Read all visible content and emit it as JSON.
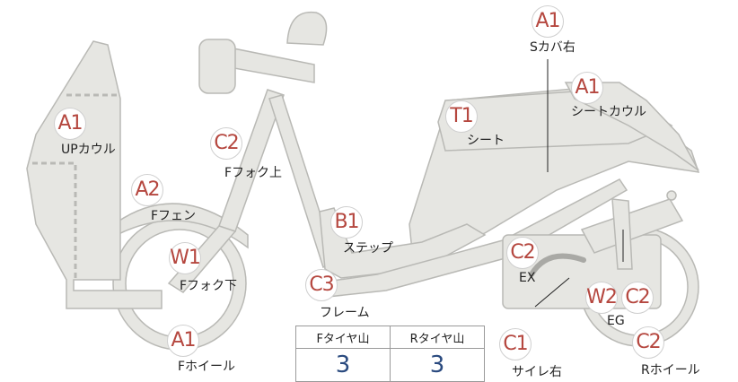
{
  "parts": [
    {
      "id": "s_cover_r",
      "code": "A1",
      "label": "Sカバ右"
    },
    {
      "id": "seat_cowl",
      "code": "A1",
      "label": "シートカウル"
    },
    {
      "id": "seat",
      "code": "T1",
      "label": "シート"
    },
    {
      "id": "up_cowl",
      "code": "A1",
      "label": "UPカウル"
    },
    {
      "id": "f_fork_upper",
      "code": "C2",
      "label": "Fフォク上"
    },
    {
      "id": "f_fender",
      "code": "A2",
      "label": "Fフェン"
    },
    {
      "id": "step",
      "code": "B1",
      "label": "ステップ"
    },
    {
      "id": "f_fork_lower",
      "code": "W1",
      "label": "Fフォク下"
    },
    {
      "id": "frame",
      "code": "C3",
      "label": "フレーム"
    },
    {
      "id": "exhaust",
      "code": "C2",
      "label": "EX"
    },
    {
      "id": "engine",
      "code": "W2",
      "code2": "C2",
      "label": "EG"
    },
    {
      "id": "f_wheel",
      "code": "A1",
      "label": "Fホイール"
    },
    {
      "id": "muffler_r",
      "code": "C1",
      "label": "サイレ右"
    },
    {
      "id": "r_wheel",
      "code": "C2",
      "label": "Rホイール"
    }
  ],
  "tread": {
    "front_label": "Fタイヤ山",
    "rear_label": "Rタイヤ山",
    "front_value": "3",
    "rear_value": "3"
  },
  "colors": {
    "badge_text": "#b5473f",
    "body_fill": "#e6e6e2",
    "outline": "#b9b9b5",
    "value_text": "#2a4a7f"
  }
}
